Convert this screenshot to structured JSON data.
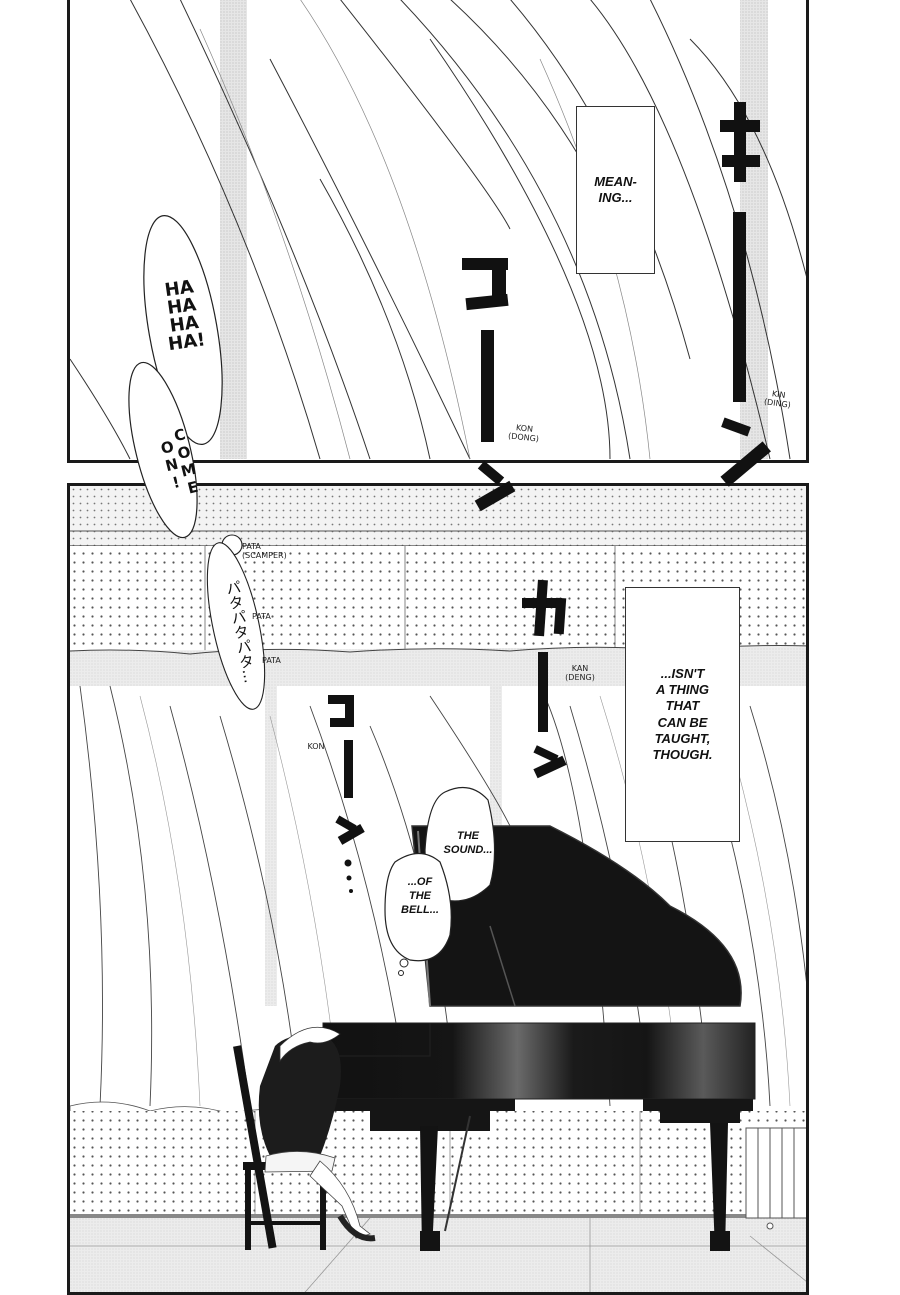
{
  "page": {
    "type": "manga-page",
    "panels": [
      {
        "id": "top",
        "caption": "MEAN-\nING...",
        "speech": [
          {
            "id": "hahaha",
            "text": "HA\nHA\nHA\nHA!"
          },
          {
            "id": "come-on",
            "text": "COME\nON!"
          }
        ],
        "sfx": [
          {
            "id": "kin",
            "glyphs": "キーン",
            "translation": "KIN\n(DING)"
          },
          {
            "id": "kon-1",
            "glyphs": "コーン",
            "translation": "KON\n(DONG)"
          }
        ]
      },
      {
        "id": "bottom",
        "caption": "...ISN'T\nA THING\nTHAT\nCAN BE\nTAUGHT,\nTHOUGH.",
        "thought": [
          {
            "id": "the-sound",
            "text": "THE\nSOUND..."
          },
          {
            "id": "of-the-bell",
            "text": "...OF\nTHE\nBELL..."
          }
        ],
        "sfx": [
          {
            "id": "pata",
            "glyphs": "パタパタパタ...",
            "translation_lines": [
              "PATA\n(SCAMPER)",
              "PATA",
              "PATA"
            ]
          },
          {
            "id": "kan",
            "glyphs": "カーン",
            "translation": "KAN\n(DENG)"
          },
          {
            "id": "kon-2",
            "glyphs": "コーン...",
            "translation": "KON"
          }
        ],
        "scene": "girl slumped over grand piano in music room"
      }
    ]
  },
  "colors": {
    "ink": "#111111",
    "paper": "#ffffff",
    "screentone": "#9a9a9a",
    "piano": "#141414"
  }
}
